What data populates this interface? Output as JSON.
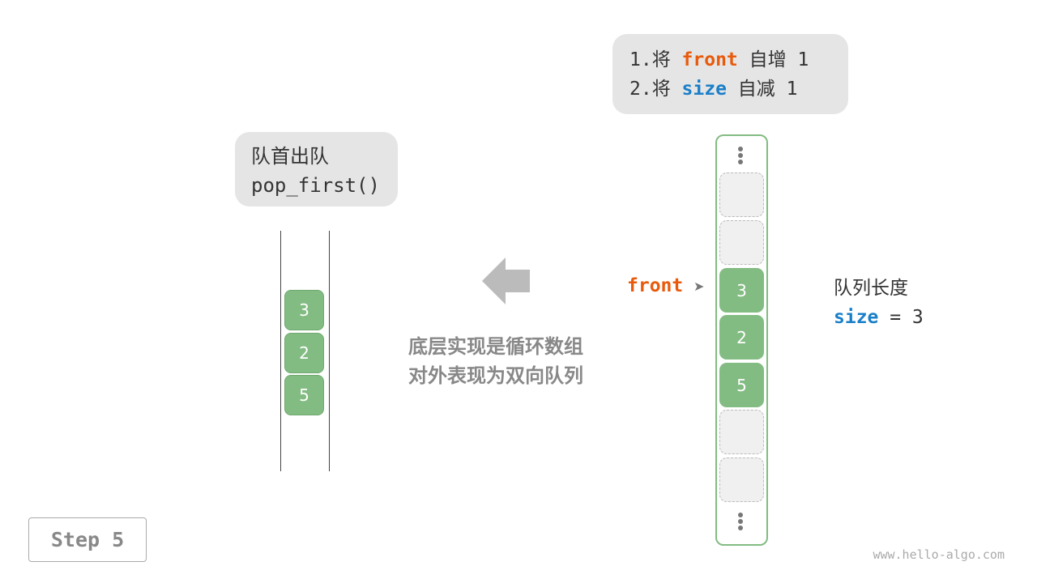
{
  "operation": {
    "title": "队首出队",
    "method": "pop_first()"
  },
  "note": {
    "line1": {
      "prefix": "1.将 ",
      "keyword": "front",
      "suffix": " 自增 1"
    },
    "line2": {
      "prefix": "2.将 ",
      "keyword": "size",
      "suffix": " 自减 1"
    }
  },
  "deque_values": [
    "3",
    "2",
    "5"
  ],
  "caption": {
    "line1": "底层实现是循环数组",
    "line2": "对外表现为双向队列"
  },
  "array": {
    "slots": [
      "",
      "",
      "3",
      "2",
      "5",
      "",
      ""
    ],
    "front_label": "front",
    "pointer_glyph": "➤"
  },
  "length": {
    "label": "队列长度",
    "keyword": "size",
    "rest": " = 3"
  },
  "step_label": "Step 5",
  "watermark": "www.hello-algo.com",
  "colors": {
    "front": "#e85a0c",
    "size": "#1a7fc9",
    "cell": "#82bc82",
    "bubble": "#e5e5e5"
  }
}
